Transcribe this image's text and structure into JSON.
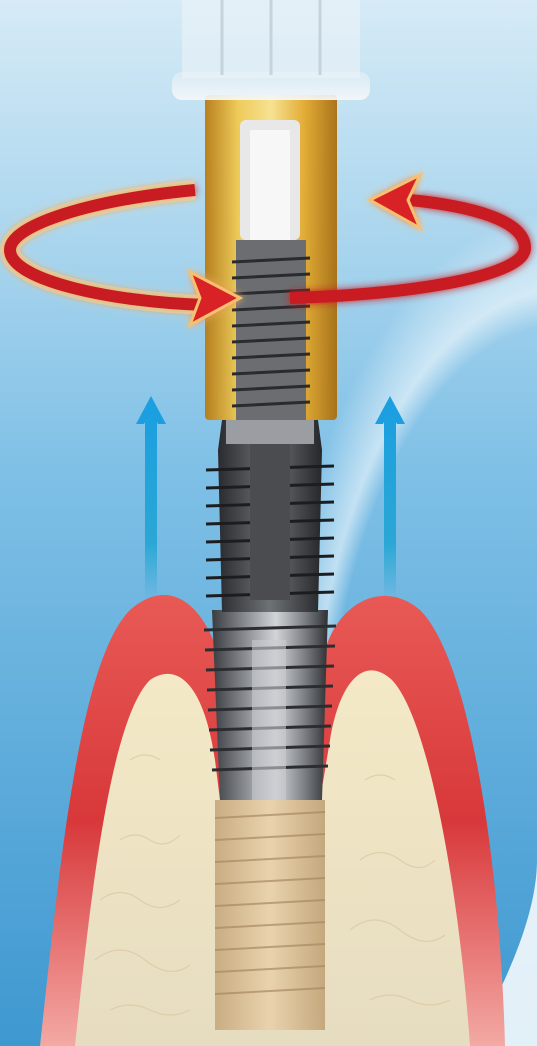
{
  "diagram": {
    "subject": "dental-implant-removal-tool",
    "elements": [
      "background",
      "gum",
      "jawbone",
      "bone-cavity",
      "implant-body",
      "removal-tool",
      "tool-cap",
      "rotation-arrow",
      "pull-up-arrow-left",
      "pull-up-arrow-right"
    ],
    "colors": {
      "background_top": "#cde6f3",
      "background_bottom": "#57a9d8",
      "gum": "#d93a3c",
      "gum_light": "#f07d78",
      "bone": "#efe2b9",
      "implant_cavity": "#d9c29b",
      "metal_dark": "#3d3f42",
      "metal_light": "#b8bcc0",
      "tool_gold": "#d99a16",
      "tool_gold_light": "#f2c94c",
      "rotation_arrow": "#c81e20",
      "lift_arrow": "#1c9fe0"
    }
  }
}
